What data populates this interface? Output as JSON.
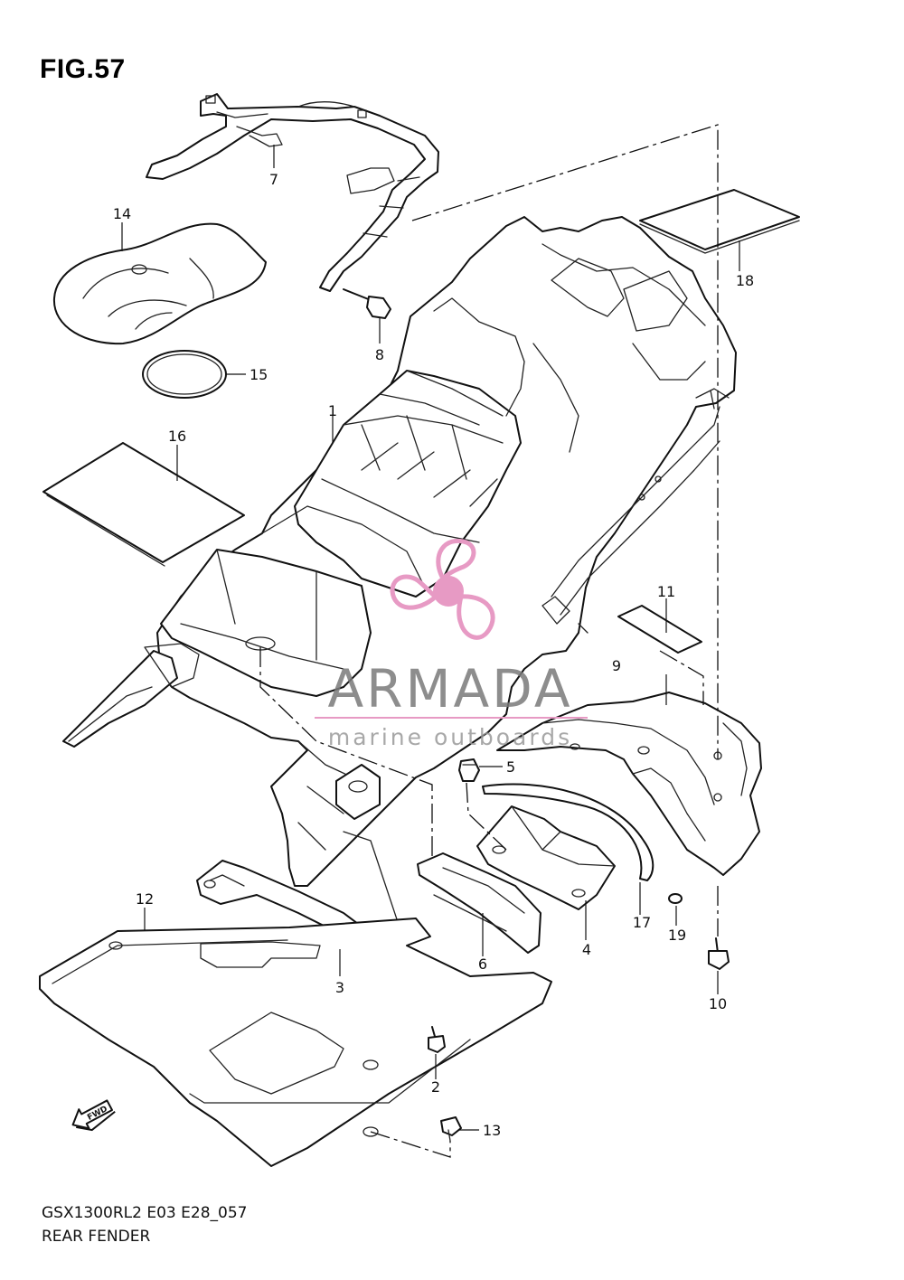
{
  "figure": {
    "title": "FIG.57",
    "model_code": "GSX1300RL2 E03 E28_057",
    "section_name": "REAR FENDER"
  },
  "watermark": {
    "brand": "ARMADA",
    "tagline": "marine outboards",
    "colors": {
      "logo": "#e79ac4",
      "text": "#7a7a7a"
    }
  },
  "direction_badge": {
    "label": "FWD",
    "icon": "arrow-fwd-icon"
  },
  "callouts": [
    "1",
    "2",
    "3",
    "4",
    "5",
    "6",
    "7",
    "8",
    "9",
    "10",
    "11",
    "12",
    "13",
    "14",
    "15",
    "16",
    "17",
    "18",
    "19"
  ]
}
